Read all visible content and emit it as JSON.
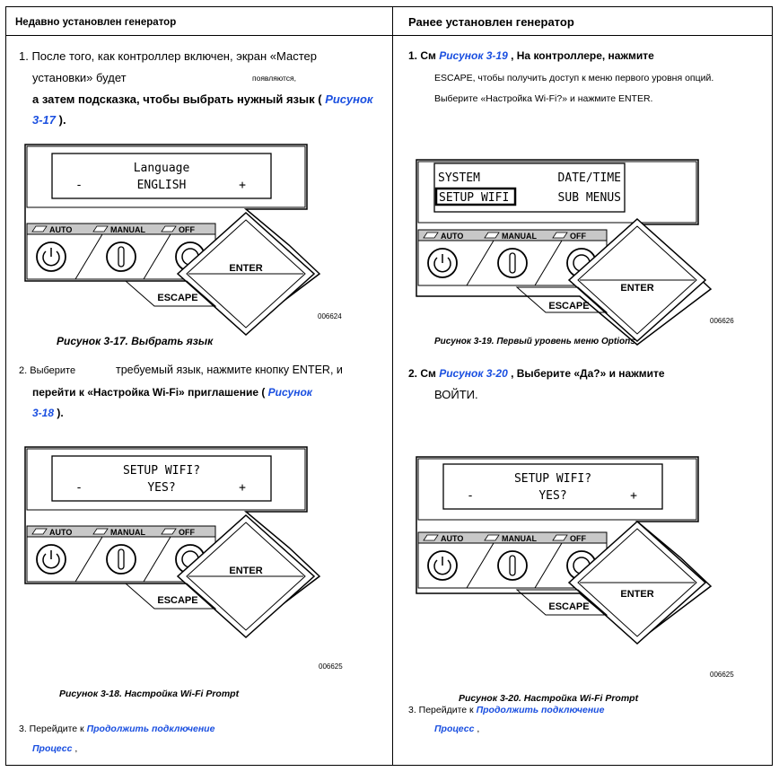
{
  "left_header": "Недавно установлен генератор",
  "right_header": "Ранее установлен генератор",
  "left": {
    "step1": {
      "line1": "1. После того, как контроллер включен, экран «Мастер",
      "line2a": "установки» будет",
      "line2b": "появляются,",
      "line3a": "а затем подсказка, чтобы выбрать нужный язык ( ",
      "line3link": "Рисунок",
      "line4link": "3-17",
      "line4b": " )."
    },
    "fig17": {
      "lcd_line1": "Language",
      "lcd_left": "-",
      "lcd_mid": "ENGLISH",
      "lcd_right": "+",
      "code": "006624",
      "caption": "Рисунок 3-17. Выбрать язык"
    },
    "step2": {
      "line1a": "2. Выберите",
      "line1b": "требуемый язык, нажмите кнопку ENTER, и",
      "line2a": "перейти к «Настройка Wi-Fi» приглашение ( ",
      "line2link": "Рисунок",
      "line3link": "3-18",
      "line3b": " )."
    },
    "fig18": {
      "lcd_line1": "SETUP WIFI?",
      "lcd_left": "-",
      "lcd_mid": "YES?",
      "lcd_right": "+",
      "code": "006625",
      "caption": "Рисунок 3-18. Настройка Wi-Fi Prompt"
    },
    "step3": {
      "prefix": "3. Перейдите к ",
      "link1": "Продолжить подключение",
      "link2": "Процесс",
      "suffix": " ,"
    }
  },
  "right": {
    "step1": {
      "prefix": "1. См ",
      "link": "Рисунок 3-19",
      "rest": " , На контроллере, нажмите",
      "line2": "ESCAPE, чтобы получить доступ к меню первого уровня опций.",
      "line3": "Выберите «Настройка Wi-Fi?» и нажмите ENTER."
    },
    "fig19": {
      "menu_system": "SYSTEM",
      "menu_datetime": "DATE/TIME",
      "menu_setupwifi": "SETUP WIFI",
      "menu_submenus": "SUB MENUS",
      "code": "006626",
      "caption": "Рисунок 3-19. Первый уровень меню Options"
    },
    "step2": {
      "prefix": "2. См ",
      "link": "Рисунок 3-20",
      "rest": " , Выберите «Да?» и нажмите",
      "line2": "ВОЙТИ."
    },
    "fig20": {
      "lcd_line1": "SETUP WIFI?",
      "lcd_left": "-",
      "lcd_mid": "YES?",
      "lcd_right": "+",
      "code": "006625",
      "caption": "Рисунок 3-20. Настройка Wi-Fi Prompt"
    },
    "step3": {
      "prefix": "3. Перейдите к ",
      "link1": "Продолжить подключение",
      "link2": "Процесс",
      "suffix": " ,"
    }
  },
  "controller": {
    "auto": "AUTO",
    "manual": "MANUAL",
    "off": "OFF",
    "enter": "ENTER",
    "escape": "ESCAPE"
  }
}
